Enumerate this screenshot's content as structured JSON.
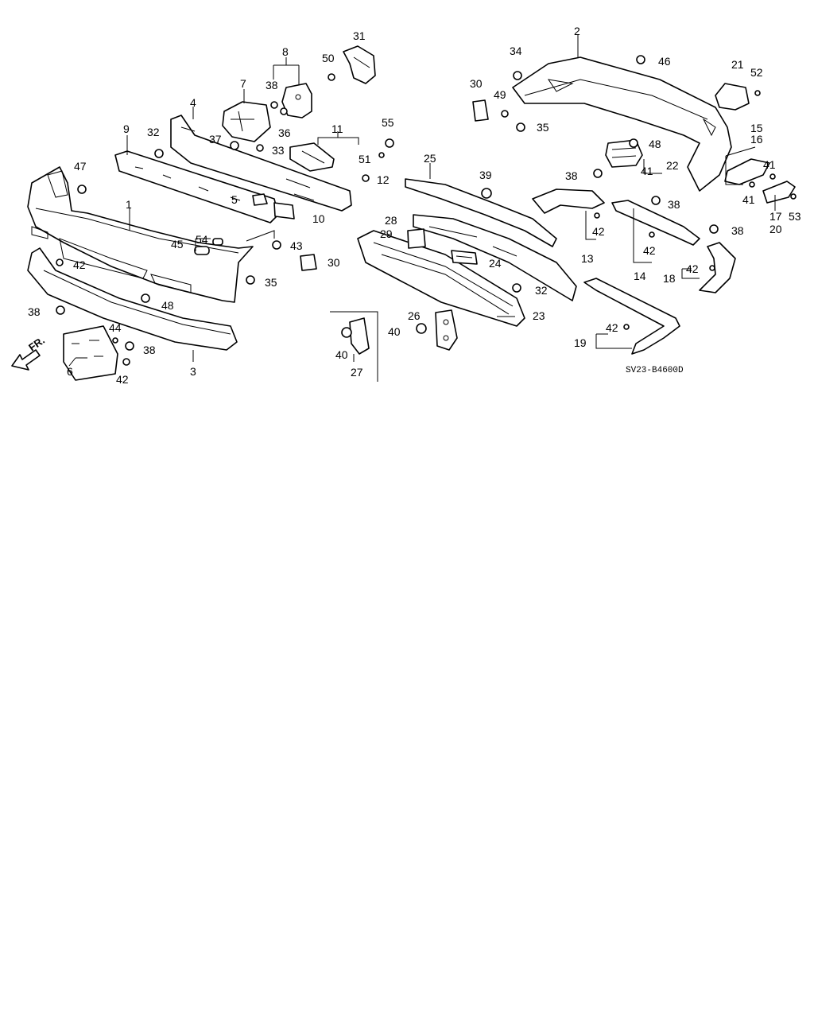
{
  "callouts": [
    "1",
    "2",
    "3",
    "4",
    "5",
    "6",
    "7",
    "8",
    "9",
    "10",
    "11",
    "12",
    "13",
    "14",
    "15",
    "16",
    "17",
    "18",
    "19",
    "20",
    "21",
    "22",
    "23",
    "24",
    "25",
    "26",
    "27",
    "28",
    "29",
    "30",
    "30",
    "31",
    "32",
    "32",
    "33",
    "34",
    "35",
    "35",
    "36",
    "37",
    "38",
    "38",
    "38",
    "38",
    "38",
    "38",
    "39",
    "40",
    "40",
    "41",
    "41",
    "41",
    "42",
    "42",
    "42",
    "42",
    "42",
    "42",
    "43",
    "44",
    "45",
    "46",
    "47",
    "48",
    "48",
    "49",
    "50",
    "51",
    "52",
    "53",
    "54",
    "55"
  ],
  "front_arrow": "FR.",
  "diagram_code": "SV23-B4600D"
}
